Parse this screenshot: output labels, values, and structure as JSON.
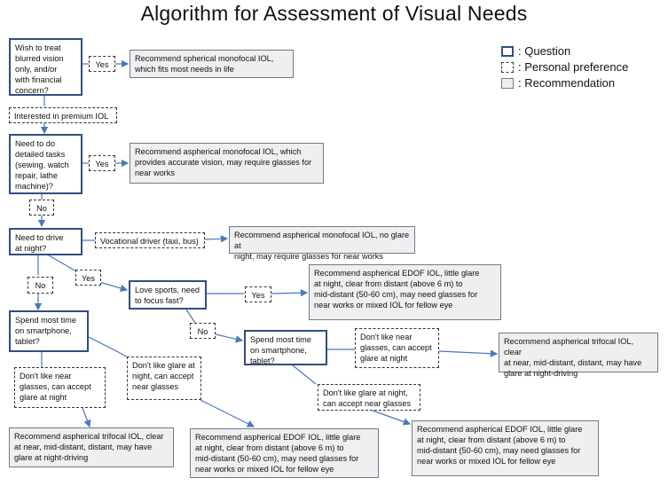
{
  "title": "Algorithm for Assessment of Visual Needs",
  "legend": {
    "question": ": Question",
    "preference": ": Personal preference",
    "recommendation": ": Recommendation"
  },
  "nodes": {
    "q1": "Wish to treat\nblurred vision\nonly, and/or\nwith financial\nconcern?",
    "yes1": "Yes",
    "r1": "Recommend spherical monofocal IOL,\nwhich fits most needs in life",
    "premium": "Interested in premium IOL",
    "q2": "Need to do\ndetailed tasks\n(sewing, watch\nrepair, lathe\nmachine)?",
    "yes2": "Yes",
    "r2": "Recommend aspherical monofocal IOL, which\nprovides accurate vision, may require glasses for\nnear works",
    "no2": "No",
    "q3": "Need to drive\nat night?",
    "vocational": "Vocational driver (taxi, bus)",
    "r3": "Recommend aspherical monofocal IOL, no glare at\nnight, may require glasses for near works",
    "yes3": "Yes",
    "no3": "No",
    "q4": "Love sports, need\nto focus fast?",
    "yes4": "Yes",
    "r4": "Recommend aspherical EDOF IOL, little glare\nat night, clear from distant (above 6 m) to\nmid-distant (50-60 cm), may need glasses for\nnear works or mixed IOL for fellow eye",
    "no4": "No",
    "q5r": "Spend most time\non smartphone,\ntablet?",
    "p5a": "Don't like near\nglasses, can accept\nglare at night",
    "r5a": "Recommend aspherical trifocal IOL, clear\nat near, mid-distant, distant, may have\nglare at night-driving",
    "p5b": "Don't like glare at night,\ncan accept near glasses",
    "r5b": "Recommend aspherical EDOF IOL, little glare\nat night, clear from distant (above 6 m) to\nmid-distant (50-60 cm), may need glasses for\nnear works or mixed IOL for fellow eye",
    "q5l": "Spend most time\non smartphone,\ntablet?",
    "p6a": "Don't like near\nglasses, can accept\nglare at night",
    "p6b": "Don't like glare at\nnight, can accept\nnear glasses",
    "r6a": "Recommend aspherical trifocal IOL, clear\nat near, mid-distant, distant, may have\nglare at night-driving",
    "r6b": "Recommend aspherical EDOF IOL, little glare\nat night, clear from distant (above 6 m) to\nmid-distant (50-60 cm), may need glasses for\nnear works or mixed IOL for fellow eye"
  },
  "colors": {
    "question_border": "#2f4f7f",
    "arrow": "#4a78b8",
    "recommendation_fill": "#efefef"
  }
}
